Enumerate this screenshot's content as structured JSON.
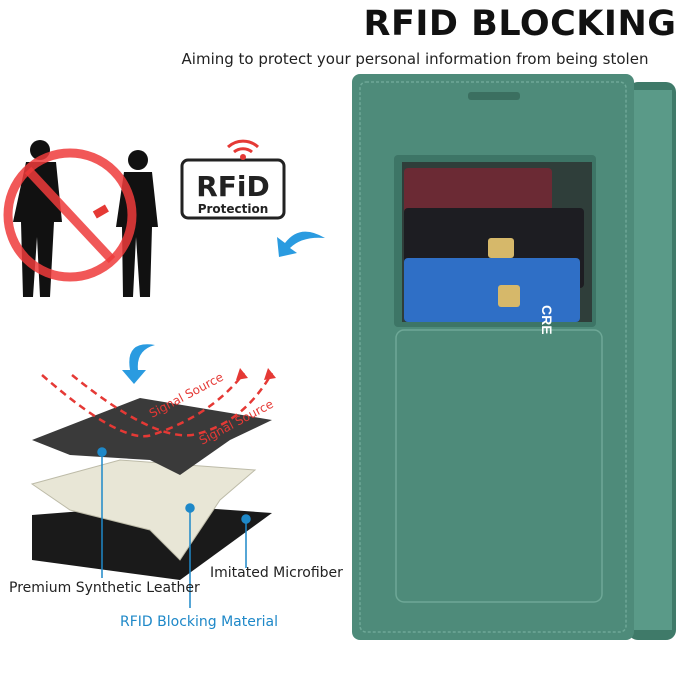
{
  "header": {
    "title": "RFID BLOCKING",
    "subtitle": "Aiming to protect your personal information from being stolen"
  },
  "badge": {
    "line1": "RFiD",
    "line2": "Protection"
  },
  "diagram": {
    "signal_label_1": "Signal Source",
    "signal_label_2": "Signal Source",
    "layers": [
      {
        "label": "Premium Synthetic Leather"
      },
      {
        "label": "RFID Blocking Material"
      },
      {
        "label": "Imitated Microfiber"
      }
    ]
  },
  "colors": {
    "case": "#4e8b7a",
    "accent": "#1e88c8",
    "signal": "#e53935"
  }
}
